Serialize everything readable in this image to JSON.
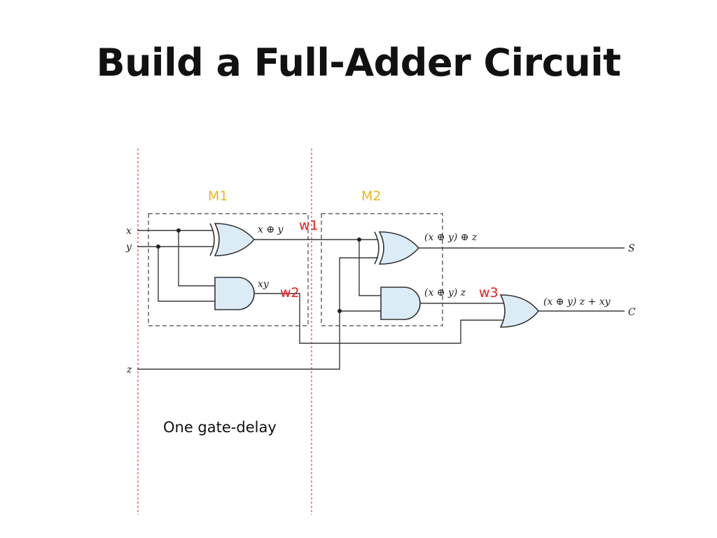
{
  "title": "Build a Full-Adder Circuit",
  "colors": {
    "module_label": "#e8b820",
    "wire_label": "#e02020",
    "gate_fill": "#dcecf7",
    "delay_line": "#e05050"
  },
  "modules": {
    "m1": "M1",
    "m2": "M2"
  },
  "wires": {
    "w1": "w1",
    "w2": "w2",
    "w3": "w3"
  },
  "inputs": {
    "x": "x",
    "y": "y",
    "z": "z"
  },
  "outputs": {
    "s": "S",
    "c": "C"
  },
  "expressions": {
    "xor1": "x ⊕ y",
    "and1": "xy",
    "xor2": "(x ⊕ y) ⊕ z",
    "and2": "(x ⊕ y) z",
    "or1": "(x ⊕ y) z + xy"
  },
  "caption": "One gate-delay"
}
